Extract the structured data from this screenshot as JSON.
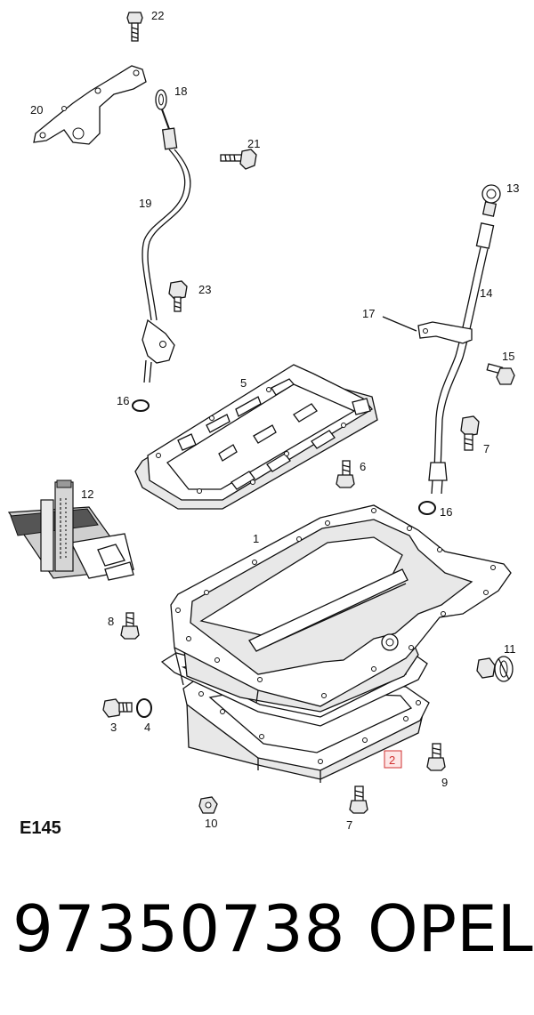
{
  "diagram": {
    "code": "E145",
    "highlight_color": "#d03030",
    "callouts": [
      {
        "id": "22",
        "text": "22"
      },
      {
        "id": "20",
        "text": "20"
      },
      {
        "id": "18",
        "text": "18"
      },
      {
        "id": "21",
        "text": "21"
      },
      {
        "id": "19",
        "text": "19"
      },
      {
        "id": "13",
        "text": "13"
      },
      {
        "id": "23",
        "text": "23"
      },
      {
        "id": "14",
        "text": "14"
      },
      {
        "id": "17",
        "text": "17"
      },
      {
        "id": "15",
        "text": "15"
      },
      {
        "id": "16a",
        "text": "16"
      },
      {
        "id": "5",
        "text": "5"
      },
      {
        "id": "7a",
        "text": "7"
      },
      {
        "id": "6",
        "text": "6"
      },
      {
        "id": "12",
        "text": "12"
      },
      {
        "id": "16b",
        "text": "16"
      },
      {
        "id": "1",
        "text": "1"
      },
      {
        "id": "8",
        "text": "8"
      },
      {
        "id": "11",
        "text": "11"
      },
      {
        "id": "3",
        "text": "3"
      },
      {
        "id": "4",
        "text": "4"
      },
      {
        "id": "2",
        "text": "2",
        "highlighted": true
      },
      {
        "id": "9",
        "text": "9"
      },
      {
        "id": "10",
        "text": "10"
      },
      {
        "id": "7b",
        "text": "7"
      }
    ]
  },
  "footer": {
    "part_number": "97350738",
    "brand": "OPEL"
  }
}
